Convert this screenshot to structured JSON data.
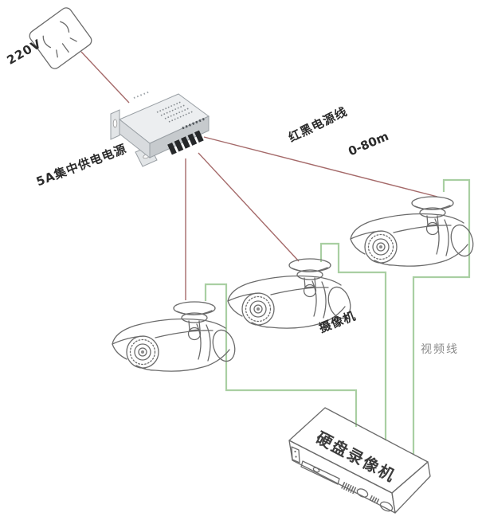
{
  "diagram": {
    "labels": {
      "voltage": "220V",
      "power_supply": "5A集中供电电源",
      "power_cable": "红黑电源线",
      "cable_range": "0-80m",
      "camera": "摄像机",
      "video_cable": "视频线",
      "dvr": "硬盘录像机"
    },
    "colors": {
      "power_line": "#a56a6a",
      "video_line": "#a9cfa2",
      "label_text": "#2b2b2b",
      "muted_text": "#8a8a8a",
      "device_outline": "#6b6b6b",
      "background": "#ffffff"
    },
    "devices": [
      {
        "name": "power-outlet",
        "label": "220V"
      },
      {
        "name": "power-supply",
        "label": "5A集中供电电源"
      },
      {
        "name": "camera-left",
        "label": "摄像机"
      },
      {
        "name": "camera-middle",
        "label": "摄像机"
      },
      {
        "name": "camera-right",
        "label": "摄像机"
      },
      {
        "name": "dvr",
        "label": "硬盘录像机"
      }
    ],
    "connections": [
      {
        "from": "power-outlet",
        "to": "power-supply",
        "type": "power"
      },
      {
        "from": "power-supply",
        "to": "camera-left",
        "type": "power",
        "cable": "红黑电源线",
        "range": "0-80m"
      },
      {
        "from": "power-supply",
        "to": "camera-middle",
        "type": "power",
        "cable": "红黑电源线",
        "range": "0-80m"
      },
      {
        "from": "power-supply",
        "to": "camera-right",
        "type": "power",
        "cable": "红黑电源线",
        "range": "0-80m"
      },
      {
        "from": "camera-left",
        "to": "dvr",
        "type": "video",
        "cable": "视频线"
      },
      {
        "from": "camera-middle",
        "to": "dvr",
        "type": "video",
        "cable": "视频线"
      },
      {
        "from": "camera-right",
        "to": "dvr",
        "type": "video",
        "cable": "视频线"
      }
    ]
  }
}
